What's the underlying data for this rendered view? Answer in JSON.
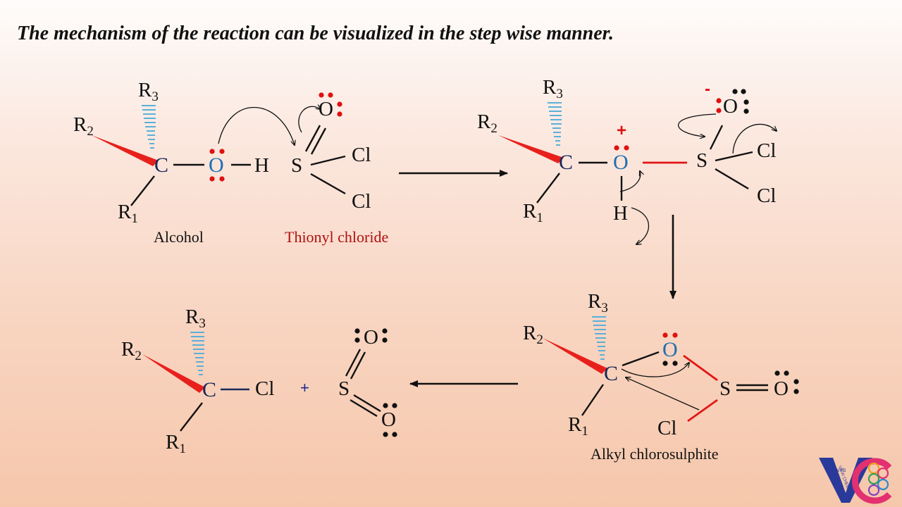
{
  "title": "The mechanism of the reaction can be visualized in the step wise manner.",
  "atoms": {
    "C": "C",
    "O": "O",
    "H": "H",
    "S": "S",
    "Cl": "Cl",
    "R": "R",
    "sub1": "1",
    "sub2": "2",
    "sub3": "3"
  },
  "labels": {
    "alcohol": "Alcohol",
    "thionyl_chloride": "Thionyl chloride",
    "alkyl_chlorosulphite": "Alkyl chlorosulphite"
  },
  "symbols": {
    "positive_charge": "+",
    "negative_charge": "-",
    "plus_sign": "+"
  },
  "colors": {
    "wedge": "#e8201c",
    "hashed_wedge": "#5ab0da",
    "oxygen": "#1f6fb2",
    "carbon": "#1a2a5a",
    "lone_pair_red": "#e01010",
    "new_bond": "#e21515",
    "label_red": "#b01010"
  },
  "logo": {
    "text": "VC",
    "inner_text": "NYS",
    "caption": "VIEW CHEM"
  }
}
